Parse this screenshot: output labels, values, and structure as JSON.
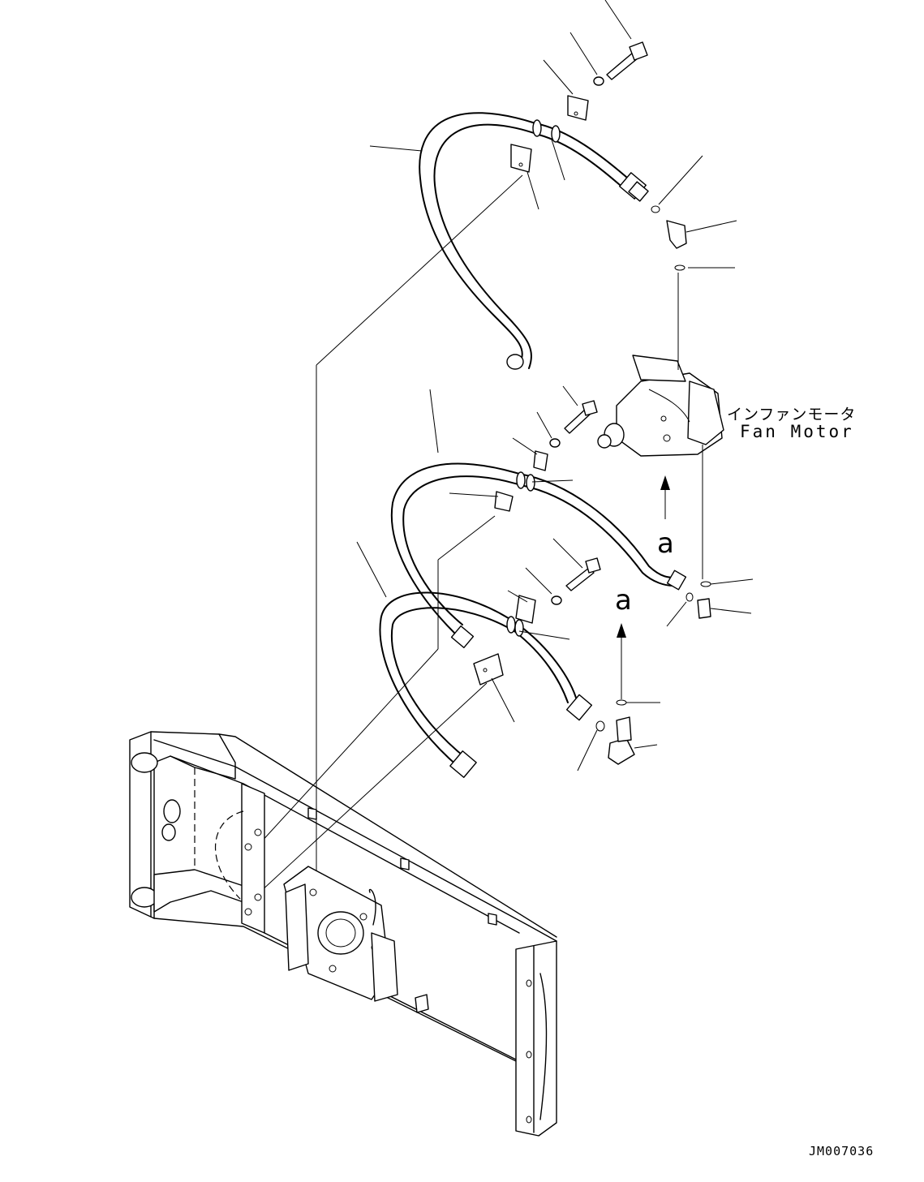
{
  "diagram": {
    "fan_motor_label_jp": "インファンモータ",
    "fan_motor_label_en": "Fan Motor",
    "view_marker_1": "a",
    "view_marker_2": "a",
    "drawing_number": "JM007036"
  }
}
